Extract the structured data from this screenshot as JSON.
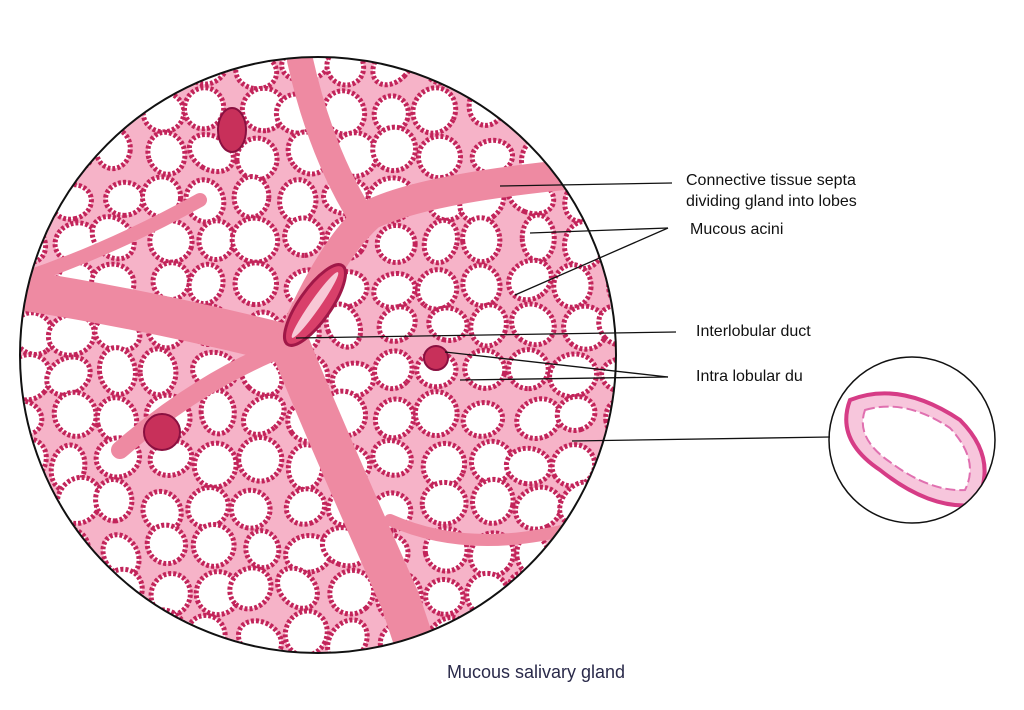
{
  "labels": {
    "septa_line1": "Connective tissue septa",
    "septa_line2": "dividing gland into lobes",
    "mucous_acini": "Mucous acini",
    "interlobular_duct": "Interlobular duct",
    "intralobular_duct": "Intra lobular du"
  },
  "caption": "Mucous salivary gland",
  "colors": {
    "tissue": "#f3a8c0",
    "septa": "#ef7e98",
    "cell": "#c2245a",
    "lumen": "#ffffff",
    "nucleus": "#5a3a7a"
  }
}
